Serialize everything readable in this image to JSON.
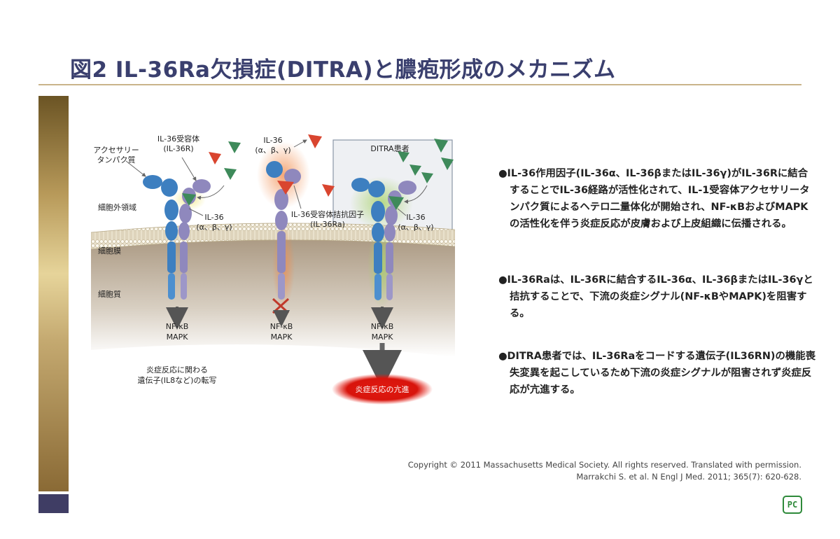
{
  "title": "図2 IL-36Ra欠損症(DITRA)と膿疱形成のメカニズム",
  "diagram": {
    "labels": {
      "accessory": "アクセサリー",
      "accessory2": "タンパク質",
      "receptor1": "IL-36受容体",
      "receptor2": "(IL-36R)",
      "il36_top1": "IL-36",
      "il36_top2": "(α、β、γ)",
      "ditra_patient": "DITRA患者",
      "il36_left1": "IL-36",
      "il36_left2": "(α、β、γ)",
      "antagonist1": "IL-36受容体拮抗因子",
      "antagonist2": "(IL-36Ra)",
      "il36_right1": "IL-36",
      "il36_right2": "(α、β、γ)",
      "extracellular": "細胞外領域",
      "membrane": "細胞膜",
      "cytoplasm": "細胞質",
      "nfkb_left": "NF-κB",
      "mapk_left": "MAPK",
      "nfkb_mid": "NF-κB",
      "mapk_mid": "MAPK",
      "nfkb_right": "NF-κB",
      "mapk_right": "MAPK",
      "transcription1": "炎症反応に関わる",
      "transcription2": "遺伝子(IL8など)の転写",
      "enhanced": "炎症反応の亢進"
    },
    "colors": {
      "receptor_blue": "#3d7fc0",
      "accessory_purple": "#8f88bd",
      "ligand_green": "#3e8a5a",
      "antagonist_red": "#d9452f",
      "membrane": "#cfc3a5",
      "cytoplasm": "#b9ab95"
    }
  },
  "bullets": [
    "●IL-36作用因子(IL-36α、IL-36βまたはIL-36γ)がIL-36Rに結合することでIL-36経路が活性化されて、IL-1受容体アクセサリータンパク質によるヘテロ二量体化が開始され、NF-κBおよびMAPKの活性化を伴う炎症反応が皮膚および上皮組織に伝播される。",
    "●IL-36Raは、IL-36Rに結合するIL-36α、IL-36βまたはIL-36γと拮抗することで、下流の炎症シグナル(NF-κBやMAPK)を阻害する。",
    "●DITRA患者では、IL-36Raをコードする遺伝子(IL36RN)の機能喪失変異を起こしているため下流の炎症シグナルが阻害されず炎症反応が亢進する。"
  ],
  "copyright": {
    "line1": "Copyright © 2011 Massachusetts Medical Society. All rights reserved. Translated with permission.",
    "line2": "Marrakchi S. et al. N Engl J Med. 2011; 365(7): 620-628."
  },
  "logo": "PC"
}
